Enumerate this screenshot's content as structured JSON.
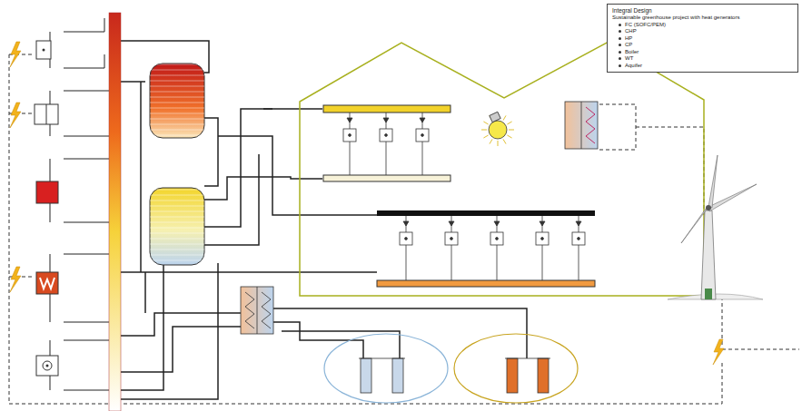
{
  "diagram": {
    "nodes": [
      {
        "text": [
          "Integral Design",
          "Sustainable greenhouse project with heat generators",
          "FC (SOFC/PEM)",
          "CHP",
          "HP",
          "CP",
          "Boiler",
          "WT",
          "Aquifer"
        ]
      }
    ]
  }
}
